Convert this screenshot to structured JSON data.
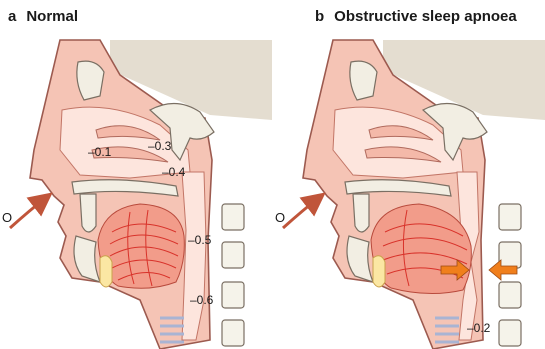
{
  "panels": [
    {
      "letter": "a",
      "title": "Normal",
      "inflow_symbol": "O",
      "pressures": [
        "–0.1",
        "–0.3",
        "–0.4",
        "–0.5",
        "–0.6"
      ]
    },
    {
      "letter": "b",
      "title": "Obstructive sleep apnoea",
      "inflow_symbol": "O",
      "pressures": [
        "–0.2"
      ]
    }
  ],
  "colors": {
    "skin": "#f5c4b5",
    "skin_outline": "#9c5a4f",
    "airway": "#fde5dd",
    "bone": "#f2eee3",
    "bone_outline": "#7a6f63",
    "skull_background": "#e4ddd0",
    "tongue": "#f29c8a",
    "tongue_lines": "#d8322a",
    "tooth": "#fbe7a3",
    "vertebra": "#f5f3ea",
    "trachea_rings": "#a9b4d3",
    "flow_arrow": "#c0553a",
    "obstruction_arrow": "#f07f1c"
  },
  "icons": [
    "airflow-arrow-icon",
    "obstruction-arrow-icon"
  ]
}
